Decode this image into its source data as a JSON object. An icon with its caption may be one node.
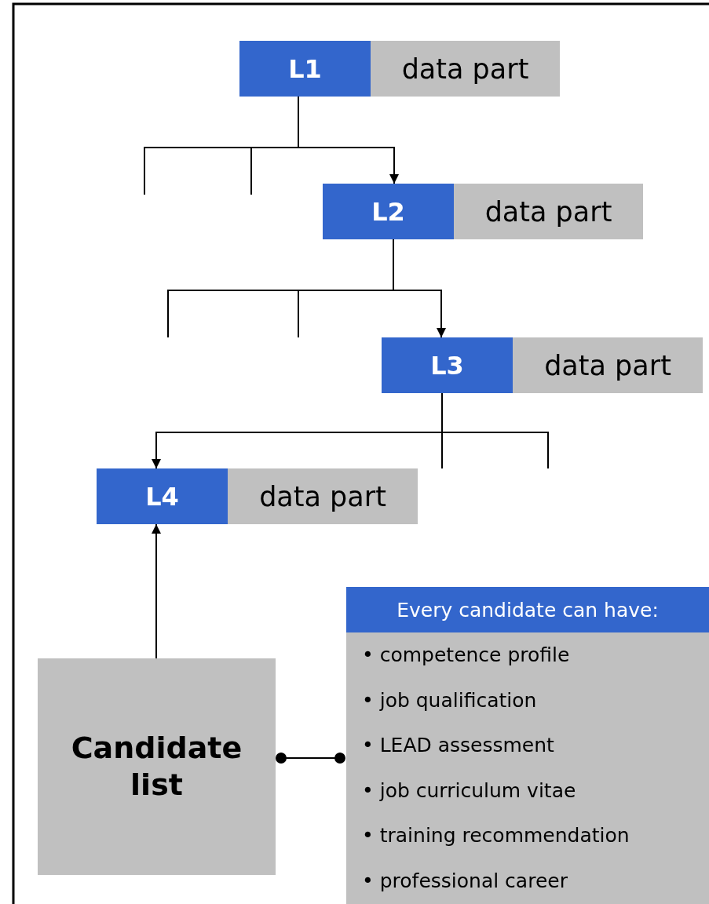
{
  "diagram": {
    "nodes": [
      {
        "text": [
          "L1",
          "data part"
        ]
      },
      {
        "text": [
          "L2",
          "data part"
        ]
      },
      {
        "text": [
          "L3",
          "data part"
        ]
      },
      {
        "text": [
          "L4",
          "data part"
        ]
      },
      {
        "text": [
          "Candidate list"
        ]
      },
      {
        "text": [
          "Every candidate can have:",
          "• competence profile",
          "• job qualification",
          "• LEAD assessment",
          "• job curriculum vitae",
          "• training recommendation",
          "• professional career"
        ]
      }
    ],
    "edges": [
      {
        "from": 0,
        "to": 1,
        "arrow": "to"
      },
      {
        "from": 0,
        "to": null,
        "arrow": "none"
      },
      {
        "from": 0,
        "to": null,
        "arrow": "none"
      },
      {
        "from": 1,
        "to": 2,
        "arrow": "to"
      },
      {
        "from": 1,
        "to": null,
        "arrow": "none"
      },
      {
        "from": 1,
        "to": null,
        "arrow": "none"
      },
      {
        "from": 2,
        "to": 3,
        "arrow": "to"
      },
      {
        "from": 2,
        "to": null,
        "arrow": "none"
      },
      {
        "from": 2,
        "to": null,
        "arrow": "none"
      },
      {
        "from": 4,
        "to": 3,
        "arrow": "to"
      },
      {
        "from": 4,
        "to": 5,
        "arrow": "other"
      }
    ]
  }
}
